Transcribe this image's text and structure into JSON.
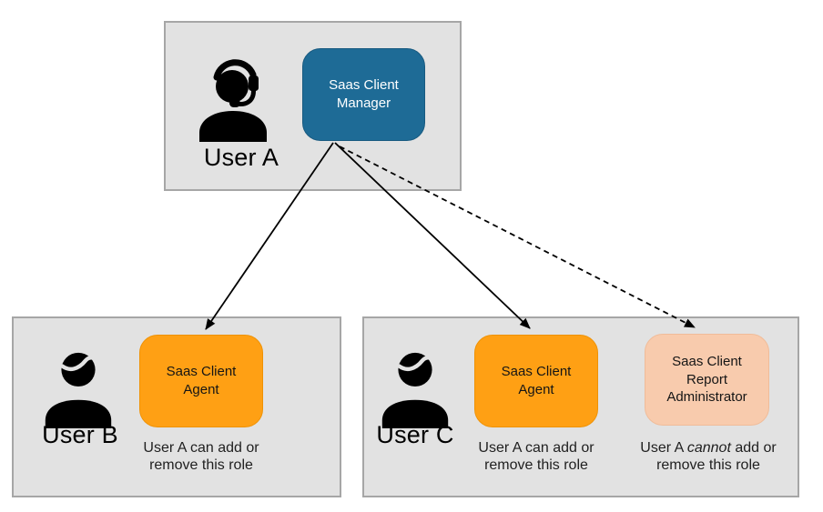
{
  "user_a": {
    "label": "User A",
    "role": "Saas Client Manager"
  },
  "user_b": {
    "label": "User B",
    "role": "Saas Client Agent",
    "caption": "User A can add or remove this role"
  },
  "user_c": {
    "label": "User C",
    "role_agent": "Saas Client Agent",
    "caption_agent": "User A can add or remove this role",
    "role_report_admin": "Saas Client Report Administrator",
    "caption_report_admin": {
      "prefix": "User A ",
      "em": "cannot",
      "suffix": " add or remove this role"
    }
  },
  "connections": [
    {
      "from": "Saas Client Manager",
      "to": "User B Saas Client Agent",
      "style": "solid"
    },
    {
      "from": "Saas Client Manager",
      "to": "User C Saas Client Agent",
      "style": "solid"
    },
    {
      "from": "Saas Client Manager",
      "to": "User C Saas Client Report Administrator",
      "style": "dashed"
    }
  ],
  "colors": {
    "panel_bg": "#e2e2e2",
    "panel_border": "#a6a6a6",
    "manager_box": "#1e6b96",
    "agent_box": "#ffa014",
    "report_admin_box": "#f8cbad",
    "arrow": "#000000"
  },
  "icons": {
    "user_a": "headset-support-person-icon",
    "user_b": "person-icon",
    "user_c": "person-icon"
  }
}
